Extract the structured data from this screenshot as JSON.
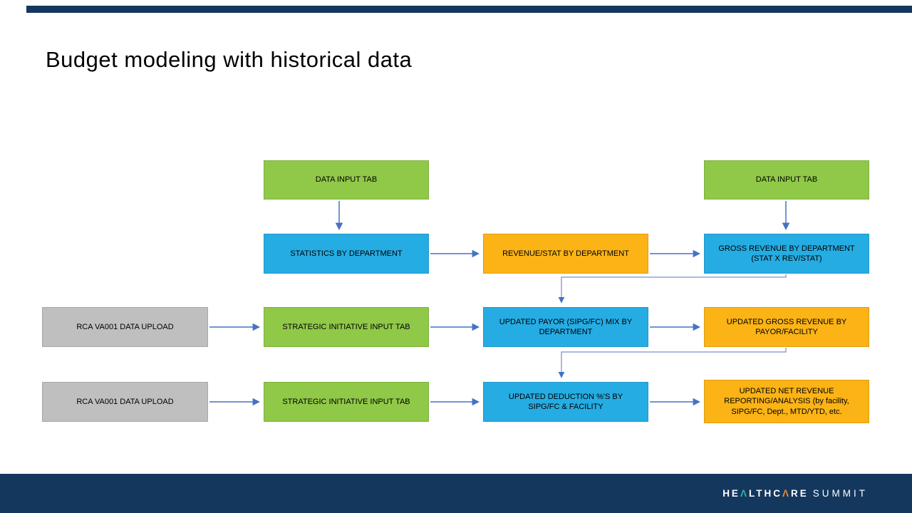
{
  "slide": {
    "title": "Budget modeling with historical data"
  },
  "colors": {
    "navy": "#14375E",
    "green": "#90C848",
    "blue": "#25ACE3",
    "yellow": "#FBB316",
    "gray": "#BFBFBF",
    "arrow": "#4472C4",
    "elbow": "#7C91C6",
    "text": "#000000",
    "logo_text": "#FFFFFF",
    "logo_teal": "#2BB5A0",
    "logo_orange": "#E8873C"
  },
  "nodes": [
    {
      "id": "data-input-tab-left",
      "label": "DATA INPUT TAB",
      "color": "green"
    },
    {
      "id": "data-input-tab-right",
      "label": "DATA INPUT TAB",
      "color": "green"
    },
    {
      "id": "statistics-by-department",
      "label": "STATISTICS BY DEPARTMENT",
      "color": "blue"
    },
    {
      "id": "revenue-stat-by-department",
      "label": "REVENUE/STAT BY DEPARTMENT",
      "color": "yellow"
    },
    {
      "id": "gross-revenue-by-department",
      "label": "GROSS REVENUE BY DEPARTMENT (STAT X REV/STAT)",
      "color": "blue"
    },
    {
      "id": "rca-va001-data-upload-1",
      "label": "RCA VA001 DATA UPLOAD",
      "color": "gray"
    },
    {
      "id": "strategic-initiative-input-tab-1",
      "label": "STRATEGIC INITIATIVE INPUT TAB",
      "color": "green"
    },
    {
      "id": "updated-payor-mix-by-department",
      "label": "UPDATED PAYOR (SIPG/FC) MIX BY DEPARTMENT",
      "color": "blue"
    },
    {
      "id": "updated-gross-revenue-by-payor-facility",
      "label": "UPDATED GROSS REVENUE BY PAYOR/FACILITY",
      "color": "yellow"
    },
    {
      "id": "rca-va001-data-upload-2",
      "label": "RCA VA001 DATA UPLOAD",
      "color": "gray"
    },
    {
      "id": "strategic-initiative-input-tab-2",
      "label": "STRATEGIC INITIATIVE INPUT TAB",
      "color": "green"
    },
    {
      "id": "updated-deduction-by-sipg-fc-facility",
      "label": "UPDATED DEDUCTION %'S BY SIPG/FC & FACILITY",
      "color": "blue"
    },
    {
      "id": "updated-net-revenue-reporting",
      "label": "UPDATED NET REVENUE REPORTING/ANALYSIS (by facility, SIPG/FC, Dept., MTD/YTD, etc.",
      "color": "yellow"
    }
  ],
  "edges": [
    {
      "from": "data-input-tab-left",
      "to": "statistics-by-department"
    },
    {
      "from": "data-input-tab-right",
      "to": "gross-revenue-by-department"
    },
    {
      "from": "statistics-by-department",
      "to": "revenue-stat-by-department"
    },
    {
      "from": "revenue-stat-by-department",
      "to": "gross-revenue-by-department"
    },
    {
      "from": "gross-revenue-by-department",
      "to": "updated-payor-mix-by-department"
    },
    {
      "from": "rca-va001-data-upload-1",
      "to": "strategic-initiative-input-tab-1"
    },
    {
      "from": "strategic-initiative-input-tab-1",
      "to": "updated-payor-mix-by-department"
    },
    {
      "from": "updated-payor-mix-by-department",
      "to": "updated-gross-revenue-by-payor-facility"
    },
    {
      "from": "updated-gross-revenue-by-payor-facility",
      "to": "updated-deduction-by-sipg-fc-facility"
    },
    {
      "from": "rca-va001-data-upload-2",
      "to": "strategic-initiative-input-tab-2"
    },
    {
      "from": "strategic-initiative-input-tab-2",
      "to": "updated-deduction-by-sipg-fc-facility"
    },
    {
      "from": "updated-deduction-by-sipg-fc-facility",
      "to": "updated-net-revenue-reporting"
    }
  ],
  "logo": {
    "part1": "HE",
    "a1": "Λ",
    "part2": "LTHC",
    "a2": "Λ",
    "part3": "RE",
    "summit": "SUMMIT"
  }
}
